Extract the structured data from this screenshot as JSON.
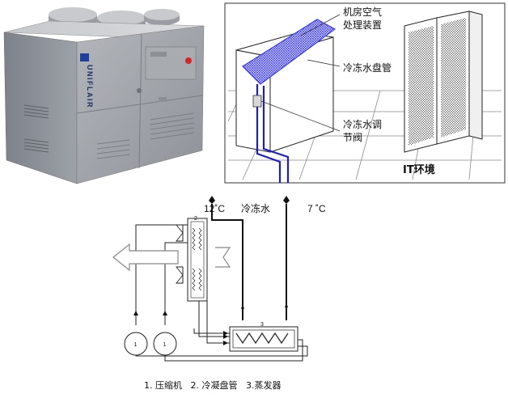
{
  "unit_photo": {
    "brand": "UNIFLAIR"
  },
  "room_diagram": {
    "label_air_handler": [
      "机房空气",
      "处理装置"
    ],
    "label_coil": "冷冻水盘管",
    "label_valve": [
      "冷冻水调",
      "节阀"
    ],
    "label_env": "IT环境"
  },
  "schematic": {
    "temp_left": "12˚C",
    "water_label": "冷冻水",
    "temp_right": "7 ˚C",
    "num_1": "1",
    "num_2": "2",
    "num_3": "3",
    "legend": "1. 压缩机   2. 冷凝盘管   3.蒸发器"
  },
  "colors": {
    "pipe_blue": "#1d1dd0",
    "coil_blue": "#3b3bf0",
    "unit_gray": "#8d9198"
  }
}
